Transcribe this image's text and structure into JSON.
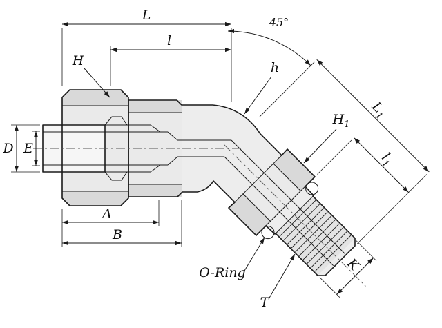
{
  "drawing": {
    "colors": {
      "line": "#1a1a1a",
      "metal_dark": "#d9d9d9",
      "metal_mid": "#eaeaea",
      "metal_light": "#ededed",
      "background": "#ffffff"
    },
    "labels": {
      "L": "L",
      "l": "l",
      "angle": "45°",
      "H": "H",
      "h": "h",
      "H1": {
        "main": "H",
        "sub": "1"
      },
      "L1": {
        "main": "L",
        "sub": "1"
      },
      "l1": {
        "main": "l",
        "sub": "1"
      },
      "D": "D",
      "E": "E",
      "A": "A",
      "B": "B",
      "K": "K",
      "T": "T",
      "oring": "O-Ring"
    }
  }
}
